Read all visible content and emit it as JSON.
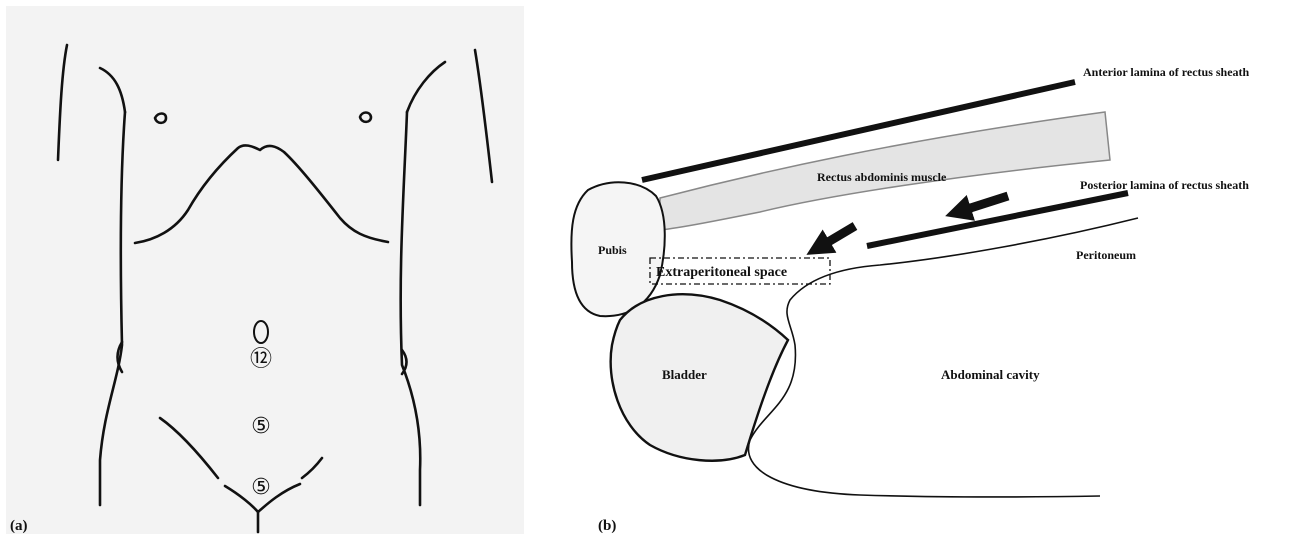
{
  "panel_a": {
    "label": "(a)",
    "ports": [
      {
        "id": "port-umbilical",
        "text": "⑫"
      },
      {
        "id": "port-middle",
        "text": "⑤"
      },
      {
        "id": "port-lower",
        "text": "⑤"
      }
    ]
  },
  "panel_b": {
    "label": "(b)",
    "labels": {
      "anterior": "Anterior lamina of rectus sheath",
      "posterior": "Posterior lamina of rectus sheath",
      "muscle": "Rectus abdominis muscle",
      "pubis": "Pubis",
      "peritoneum": "Peritoneum",
      "extraperitoneal": "Extraperitoneal space",
      "bladder": "Bladder",
      "cavity": "Abdominal cavity"
    }
  }
}
